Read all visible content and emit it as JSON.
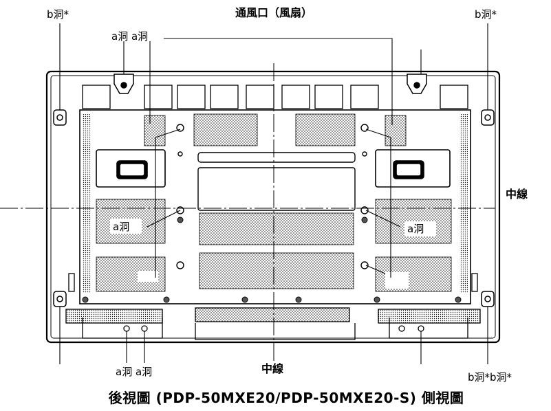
{
  "labels": {
    "top_center": "通風口（風扇）",
    "top_left_b": "b洞*",
    "top_right_b": "b洞*",
    "top_a_pair": "a洞 a洞",
    "center_line_right": "中線",
    "mid_left_a": "a洞",
    "mid_right_a": "a洞",
    "bottom_a_pair": "a洞 a洞",
    "bottom_center_line": "中線",
    "bottom_right_b": "b洞*b洞*"
  },
  "caption": "後視圖 (PDP-50MXE20/PDP-50MXE20-S) 側視圖",
  "colors": {
    "line": "#000000",
    "panel": "#ffffff",
    "hatch": "#222222",
    "label_bg": "#ffffff"
  }
}
